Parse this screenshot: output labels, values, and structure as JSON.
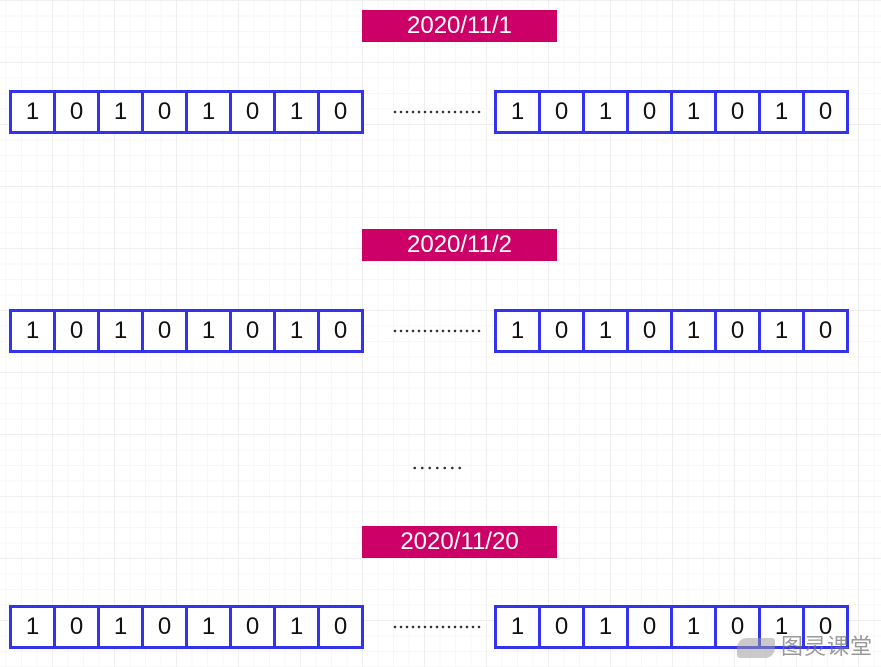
{
  "rows": [
    {
      "date": "2020/11/1",
      "left_bits": [
        "1",
        "0",
        "1",
        "0",
        "1",
        "0",
        "1",
        "0"
      ],
      "right_bits": [
        "1",
        "0",
        "1",
        "0",
        "1",
        "0",
        "1",
        "0"
      ]
    },
    {
      "date": "2020/11/2",
      "left_bits": [
        "1",
        "0",
        "1",
        "0",
        "1",
        "0",
        "1",
        "0"
      ],
      "right_bits": [
        "1",
        "0",
        "1",
        "0",
        "1",
        "0",
        "1",
        "0"
      ]
    },
    {
      "date": "2020/11/20",
      "left_bits": [
        "1",
        "0",
        "1",
        "0",
        "1",
        "0",
        "1",
        "0"
      ],
      "right_bits": [
        "1",
        "0",
        "1",
        "0",
        "1",
        "0",
        "1",
        "0"
      ]
    }
  ],
  "colors": {
    "label_bg": "#cc0066",
    "cell_border": "#3333ee"
  },
  "watermark": "图灵课堂"
}
